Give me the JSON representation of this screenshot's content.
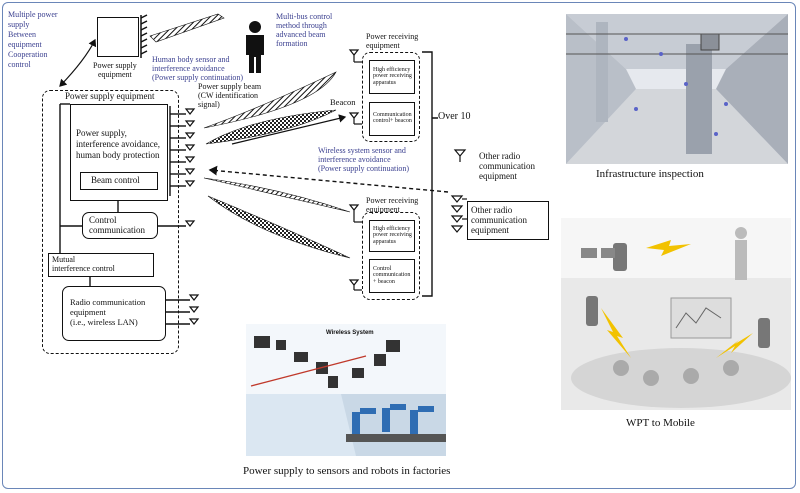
{
  "left": {
    "multi_source": [
      "Multiple power",
      "supply",
      "Between",
      "equipment",
      "Cooperation",
      "control"
    ],
    "power_supply_top": [
      "Power supply",
      "equipment"
    ],
    "human_sensor": [
      "Human body sensor and",
      "interference avoidance",
      "(Power supply continuation)"
    ],
    "multibus": [
      "Multi-bus control",
      "method through",
      "advanced beam",
      "formation"
    ],
    "pse_title": "Power supply equipment",
    "pse_func": [
      "Power supply,",
      "interference avoidance,",
      "human body protection"
    ],
    "beam_control": "Beam control",
    "control_comm": [
      "Control",
      "communication"
    ],
    "mutual": [
      "Mutual",
      "interference control"
    ],
    "radio_equip": [
      "Radio communication",
      "equipment",
      "(i.e., wireless LAN)"
    ],
    "beam_label": [
      "Power supply beam",
      "(CW identification",
      "signal)"
    ],
    "beacon": "Beacon",
    "wireless_sensor": [
      "Wireless system sensor and",
      "interference avoidance",
      "(Power supply continuation)"
    ],
    "receiving_1": [
      "Power receiving",
      "equipment"
    ],
    "receiving_2": [
      "Power receiving",
      "equipment"
    ],
    "hep1": [
      "High efficiency",
      "power receiving",
      "apparatus"
    ],
    "cc1": [
      "Communication",
      "control+ beacon"
    ],
    "hep2": [
      "High efficiency",
      "power receiving",
      "apparatus"
    ],
    "cc2": [
      "Control",
      "communication",
      "+ beacon"
    ],
    "over10": "Over 10",
    "other_radio_1": [
      "Other radio",
      "communication",
      "equipment"
    ],
    "other_radio_2": [
      "Other radio",
      "communication",
      "equipment"
    ]
  },
  "captions": {
    "infra": "Infrastructure inspection",
    "wpt": "WPT to Mobile",
    "factory": "Power supply to sensors and robots in factories",
    "wireless_system": "Wireless System"
  },
  "colors": {
    "frame": "#6a86b8",
    "blue_text": "#3a3f8f",
    "beam_yellow": "#f2c200"
  }
}
